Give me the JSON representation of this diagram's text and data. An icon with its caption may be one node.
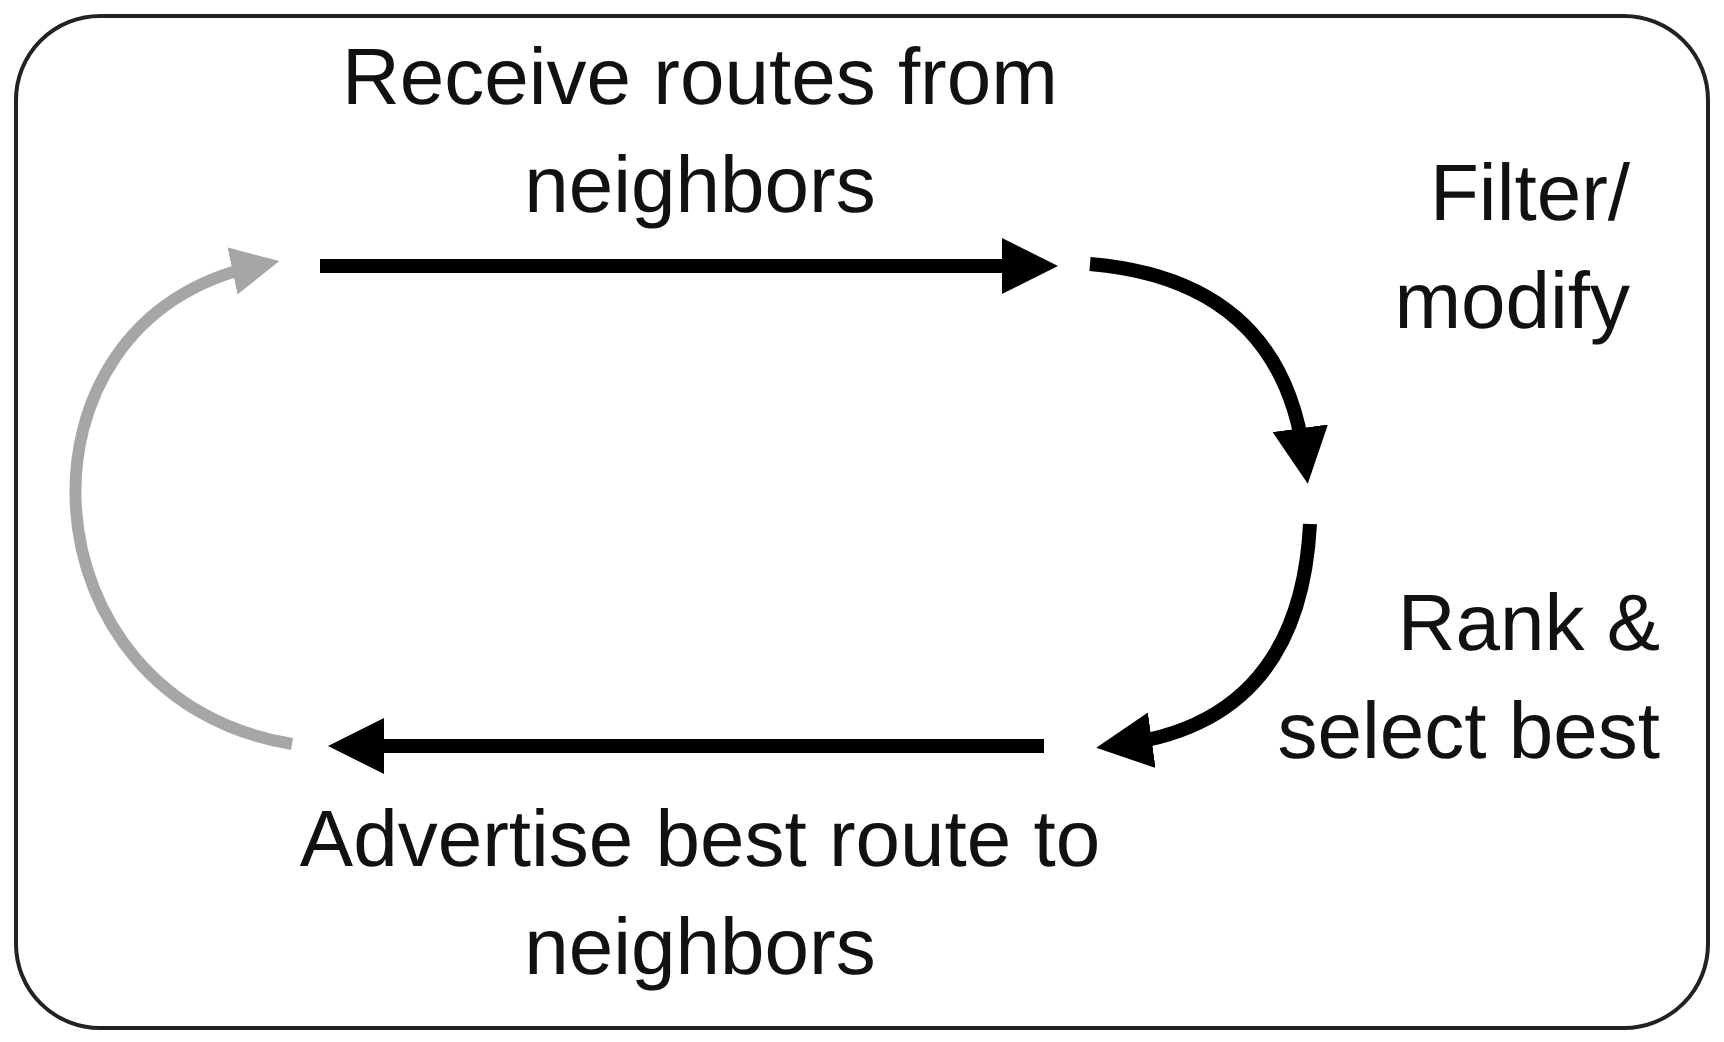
{
  "diagram": {
    "labels": [
      "Receive routes from neighbors",
      "Filter/ modify",
      "Rank & select best",
      "Advertise best route to neighbors"
    ]
  }
}
